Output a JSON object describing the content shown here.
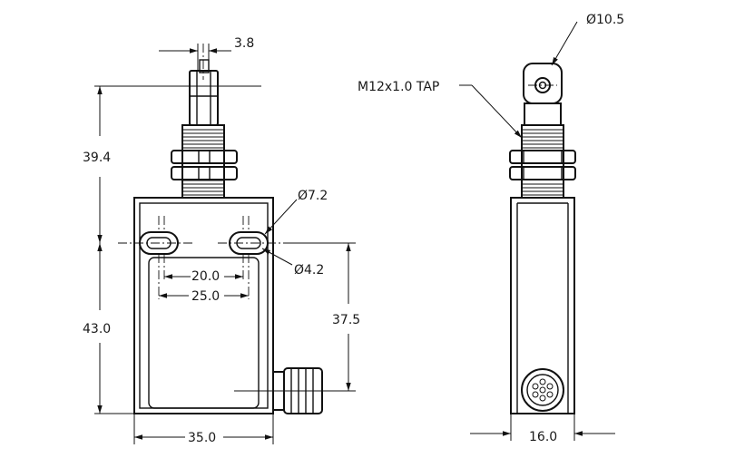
{
  "colors": {
    "ink": "#111111",
    "background": "#ffffff"
  },
  "dimensions": {
    "plunger_width": "3.8",
    "height_top": "39.4",
    "height_body": "43.0",
    "hole_diameter_outer": "Ø7.2",
    "hole_diameter_inner": "Ø4.2",
    "hole_pitch_inner": "20.0",
    "hole_pitch_outer": "25.0",
    "hole_to_cable": "37.5",
    "body_width": "35.0",
    "roller_diameter": "Ø10.5",
    "thread_callout": "M12x1.0 TAP",
    "body_depth": "16.0"
  }
}
